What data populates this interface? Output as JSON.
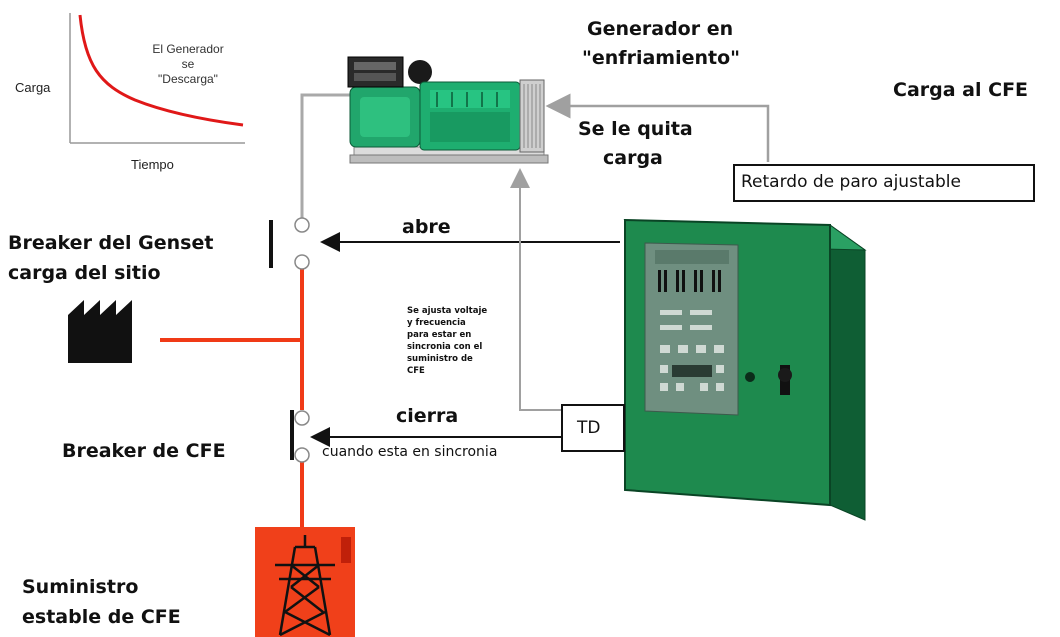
{
  "inset_chart": {
    "ylabel": "Carga",
    "xlabel": "Tiempo",
    "annotation_line1": "El Generador",
    "annotation_line2": "se",
    "annotation_line3": "\"Descarga\""
  },
  "labels": {
    "generator_title_line1": "Generador en",
    "generator_title_line2": "\"enfriamiento\"",
    "carga_al_cfe": "Carga al CFE",
    "se_le_quita_line1": "Se le quita",
    "se_le_quita_line2": "carga",
    "retardo": "Retardo de paro ajustable",
    "abre": "abre",
    "breaker_genset_line1": "Breaker del Genset",
    "breaker_genset_line2": "carga del sitio",
    "ajusta_line1": "Se ajusta voltaje",
    "ajusta_line2": "y frecuencia",
    "ajusta_line3": "para estar en",
    "ajusta_line4": "sincronia con el",
    "ajusta_line5": "suministro de",
    "ajusta_line6": "CFE",
    "cierra": "cierra",
    "cuando": "cuando esta en sincronia",
    "td": "TD",
    "breaker_cfe": "Breaker de CFE",
    "suministro_line1": "Suministro",
    "suministro_line2": "estable de CFE"
  },
  "colors": {
    "red_line": "#f03a17",
    "grey_line": "#a9a9a9",
    "cabinet_green": "#1e8a4e",
    "generator_green": "#1aa36a",
    "tower_box": "#f0401a",
    "curve": "#e01818"
  },
  "icons": {
    "factory": "factory-icon",
    "tower": "transmission-tower-icon",
    "generator": "diesel-generator-icon",
    "cabinet": "control-cabinet-icon"
  }
}
